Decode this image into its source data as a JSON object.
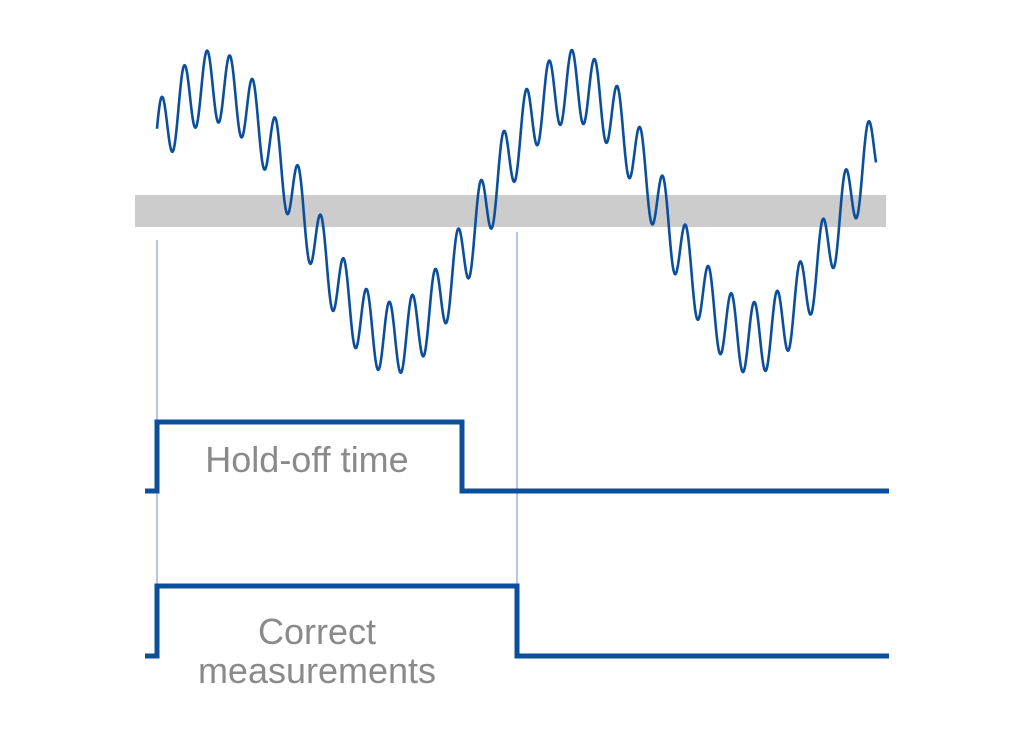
{
  "labels": {
    "holdoff": "Hold-off time",
    "correct_line1": "Correct",
    "correct_line2": "measurements"
  },
  "colors": {
    "signal": "#0b4f9c",
    "marker": "#7fa3cf",
    "band": "#cccccc",
    "text": "#8a8a8a",
    "background": "#ffffff"
  }
}
